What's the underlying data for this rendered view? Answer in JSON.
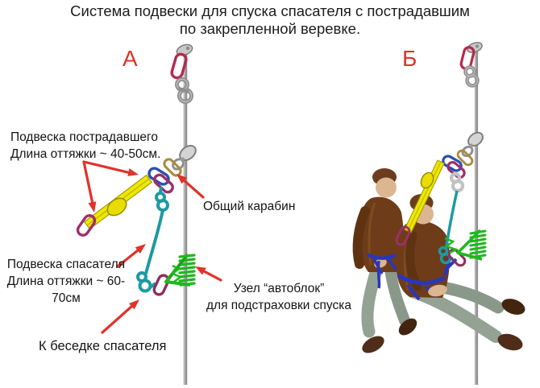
{
  "title": {
    "line1": "Система подвески для спуска спасателя с пострадавшим",
    "line2": "по закрепленной веревке."
  },
  "figure_a": {
    "label": "А"
  },
  "figure_b": {
    "label": "Б"
  },
  "annotations": {
    "victim_line1": "Подвеска пострадавшего",
    "victim_line2": "Длина оттяжки ~ 40-50см.",
    "common_carabiner": "Общий карабин",
    "rescuer_line1": "Подвеска спасателя",
    "rescuer_line2": "Длина оттяжки ~ 60-70см",
    "autoblock_line1": "Узел “автоблок”",
    "autoblock_line2": "для подстраховки спуска",
    "to_harness": "К беседке спасателя"
  },
  "colors": {
    "arrow_red": "#e0322a",
    "label_red": "#e0322a",
    "rope_grey": "#8f8f8f",
    "sling_yellow": "#ede900",
    "rope_teal": "#1d9aa4",
    "autoblock_green": "#1fb81f",
    "carabiner_magenta": "#9c2f6b",
    "carabiner_blue": "#2c4fae",
    "carabiner_gold": "#a88a3a",
    "carabiner_red": "#b5294e",
    "jacket_brown": "#6e3c18",
    "pants_grey_green": "#97a596",
    "skin": "#dcb691",
    "hair_brown": "#6b3d1e"
  }
}
